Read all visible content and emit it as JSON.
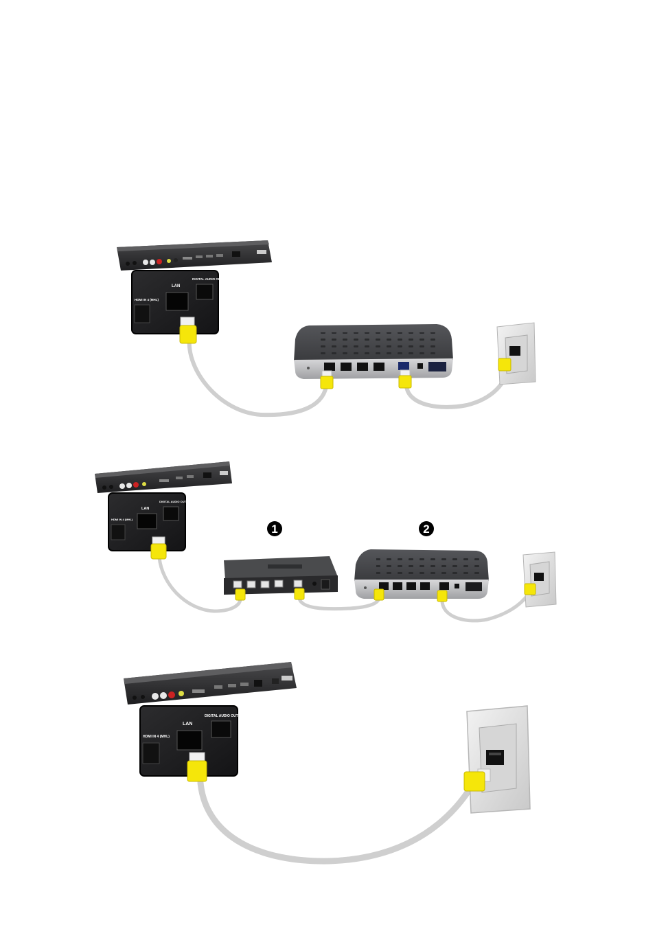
{
  "panel": {
    "hdmi_label": "HDMI IN 4 (MHL)",
    "lan_label": "LAN",
    "optical_label": "DIGITAL AUDIO OUT (OPTICAL)"
  },
  "diagram2": {
    "marker_1": "1",
    "marker_2": "2"
  },
  "colors": {
    "connector": "#f5e60a",
    "cable": "#d8d8d8",
    "device_dark": "#3a3a3c",
    "wall_plate": "#e6e6e6"
  }
}
